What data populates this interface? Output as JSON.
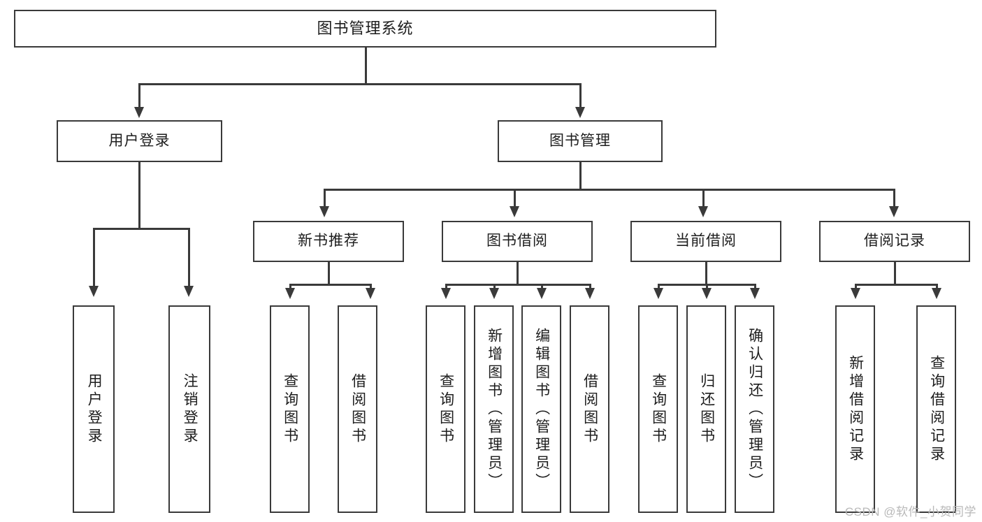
{
  "diagram": {
    "title": "图书管理系统",
    "type": "tree",
    "root": {
      "label": "图书管理系统"
    },
    "level2": [
      {
        "label": "用户登录"
      },
      {
        "label": "图书管理"
      }
    ],
    "level3": [
      {
        "label": "新书推荐"
      },
      {
        "label": "图书借阅"
      },
      {
        "label": "当前借阅"
      },
      {
        "label": "借阅记录"
      }
    ],
    "leaves": {
      "user_login": [
        {
          "label": "用户登录"
        },
        {
          "label": "注销登录"
        }
      ],
      "new_book_recommend": [
        {
          "label": "查询图书"
        },
        {
          "label": "借阅图书"
        }
      ],
      "book_borrow": [
        {
          "label": "查询图书"
        },
        {
          "label": "新增图书（管理员）"
        },
        {
          "label": "编辑图书（管理员）"
        },
        {
          "label": "借阅图书"
        }
      ],
      "current_borrow": [
        {
          "label": "查询图书"
        },
        {
          "label": "归还图书"
        },
        {
          "label": "确认归还（管理员）"
        }
      ],
      "borrow_record": [
        {
          "label": "新增借阅记录"
        },
        {
          "label": "查询借阅记录"
        }
      ]
    }
  },
  "watermark": {
    "text": "CSDN @软件_小贺同学"
  },
  "colors": {
    "stroke": "#3a3a3a",
    "background": "#ffffff",
    "text": "#1d1d1d",
    "watermark": "#b9b9b9"
  }
}
